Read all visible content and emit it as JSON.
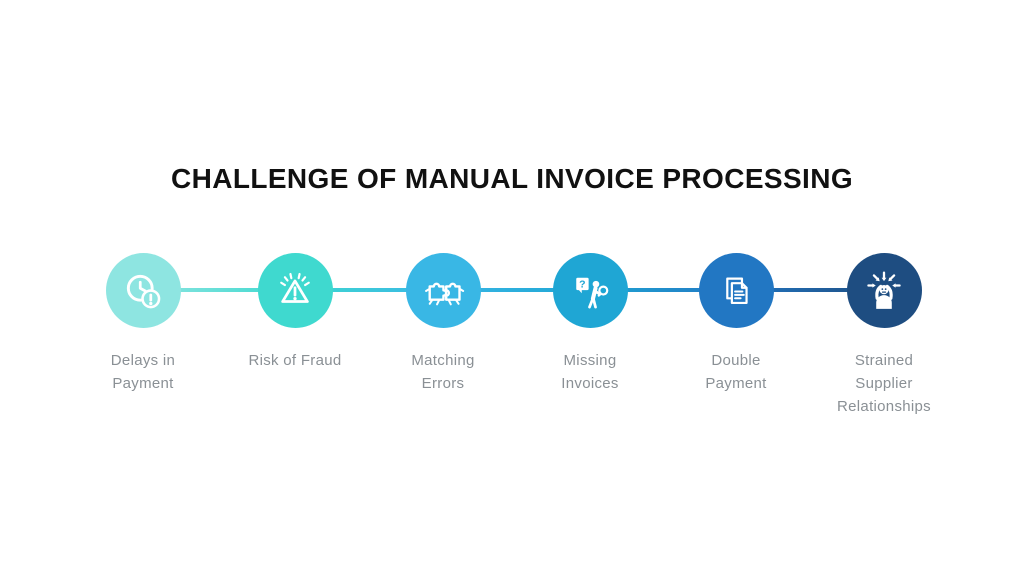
{
  "title": "CHALLENGE OF MANUAL INVOICE PROCESSING",
  "items": [
    {
      "label": "Delays in\nPayment",
      "icon": "clock-alert-icon",
      "color": "#8EE5E1"
    },
    {
      "label": "Risk of Fraud",
      "icon": "warning-triangle-icon",
      "color": "#3FD9CF"
    },
    {
      "label": "Matching\nErrors",
      "icon": "puzzle-pieces-icon",
      "color": "#39B7E5"
    },
    {
      "label": "Missing\nInvoices",
      "icon": "person-magnifier-icon",
      "color": "#1FA6D4"
    },
    {
      "label": "Double\nPayment",
      "icon": "double-documents-icon",
      "color": "#2277C3"
    },
    {
      "label": "Strained\nSupplier\nRelationships",
      "icon": "stressed-person-icon",
      "color": "#1E4D81"
    }
  ],
  "icon_glyphs": {
    "question": "?"
  },
  "colors": {
    "background": "#FFFFFF",
    "title_text": "#111111",
    "label_text": "#8A9095"
  }
}
